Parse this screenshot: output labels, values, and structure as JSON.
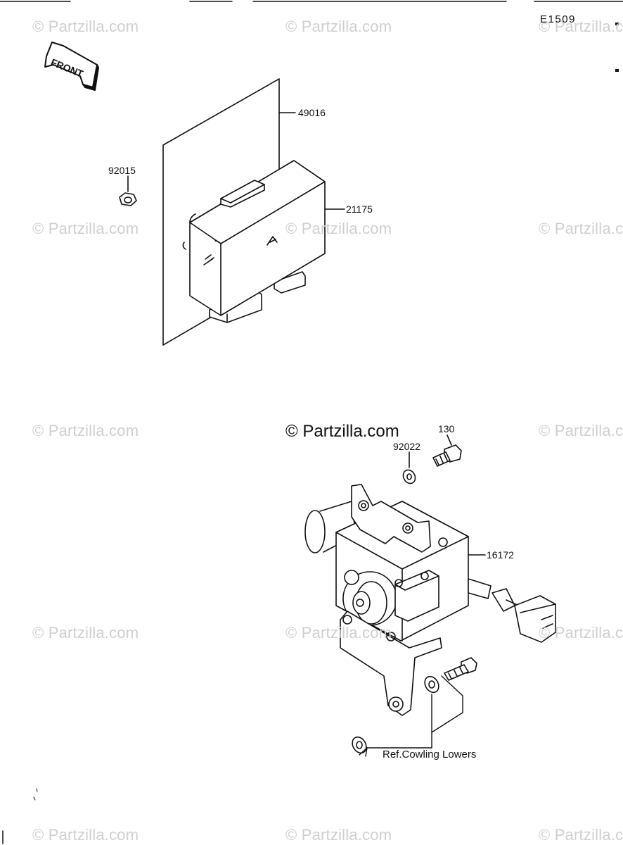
{
  "diagram_code": "E1509",
  "front_arrow_text": "FRONT",
  "watermark": "© Partzilla.com",
  "center_watermark": "© Partzilla.com",
  "parts": {
    "sheet": "49016",
    "nut": "92015",
    "control_unit": "21175",
    "bolt": "130",
    "washer": "92022",
    "servo_motor": "16172"
  },
  "reference_note": "Ref.Cowling Lowers"
}
